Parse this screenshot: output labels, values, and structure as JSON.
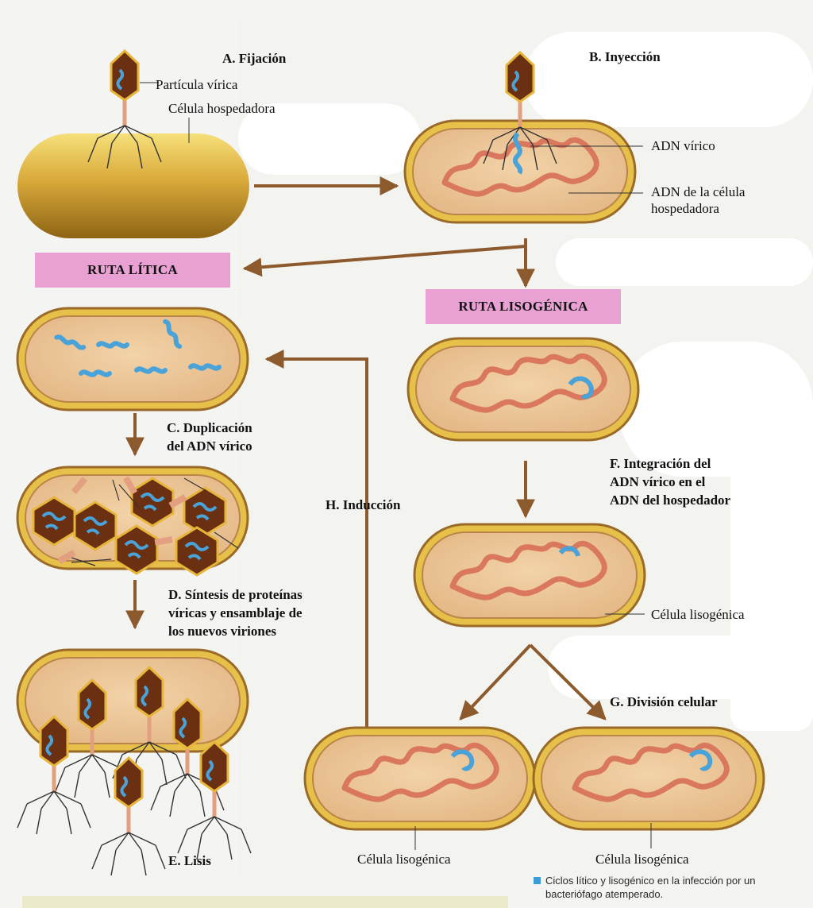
{
  "steps": {
    "a": "A. Fijación",
    "b": "B. Inyección",
    "c1": "C. Duplicación",
    "c2": "del ADN vírico",
    "d1": "D. Síntesis de proteínas",
    "d2": "víricas y ensamblaje de",
    "d3": "los nuevos viriones",
    "e": "E. Lisis",
    "f1": "F. Integración del",
    "f2": "ADN vírico en el",
    "f3": "ADN del hospedador",
    "g": "G. División celular",
    "h": "H. Inducción"
  },
  "labels": {
    "viral_particle": "Partícula vírica",
    "host_cell": "Célula hospedadora",
    "viral_dna": "ADN vírico",
    "host_dna_1": "ADN de la célula",
    "host_dna_2": "hospedadora",
    "lysogenic_cell": "Célula lisogénica"
  },
  "pathways": {
    "lytic": "RUTA LÍTICA",
    "lysogenic": "RUTA LISOGÉNICA"
  },
  "caption": {
    "line1": "Ciclos lítico y lisogénico en la infección por un",
    "line2": "bacteriófago atemperado."
  },
  "colors": {
    "arrow": "#8c5a2c",
    "band": "#e9a1d3",
    "membrane": "#e8c04a",
    "cytoplasm": "#e9c497",
    "host_dna": "#d9785c",
    "viral_dna": "#4aa3d8",
    "capsid": "#6b2f12"
  }
}
